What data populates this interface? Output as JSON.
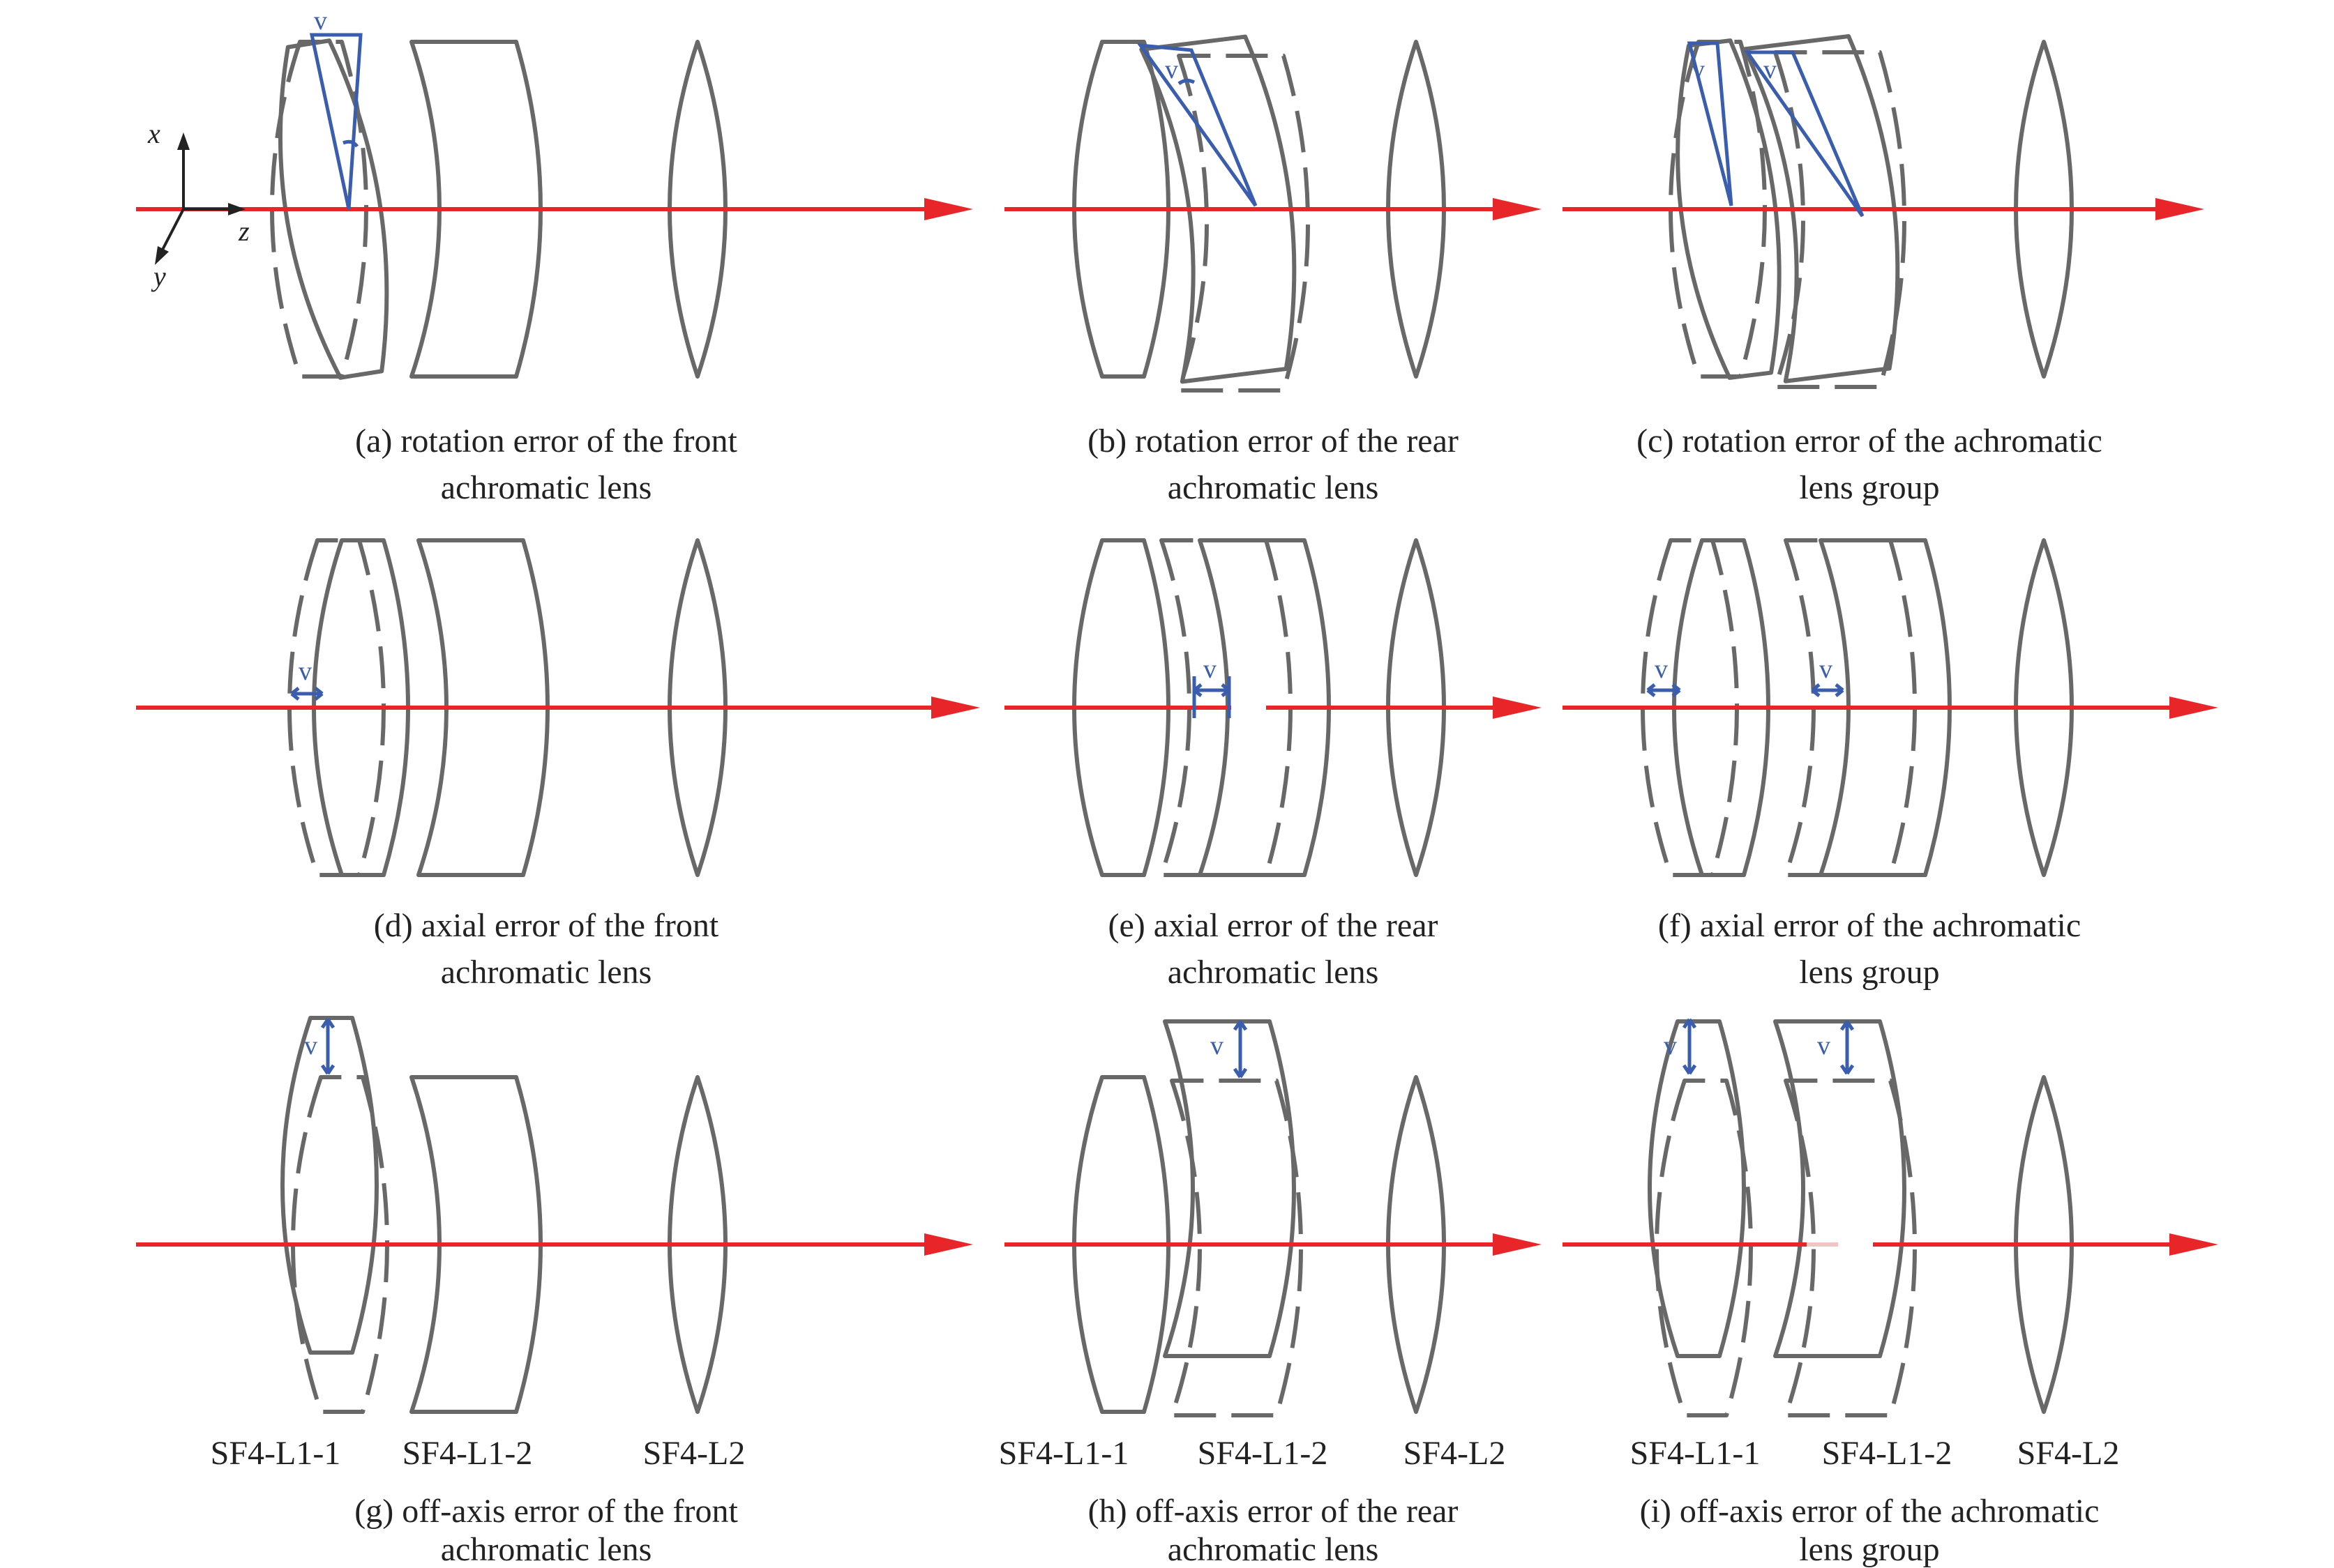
{
  "error_symbol": "v",
  "axes": {
    "x": "x",
    "y": "y",
    "z": "z"
  },
  "lens_labels": [
    "SF4-L1-1",
    "SF4-L1-2",
    "SF4-L2"
  ],
  "colors": {
    "lens": "#686868",
    "ray": "#e8262a",
    "error_marker": "#3a5dae",
    "text": "#222222"
  },
  "panels": [
    {
      "id": "a",
      "caption_line1": "(a) rotation error of the front",
      "caption_line2": "achromatic lens"
    },
    {
      "id": "b",
      "caption_line1": "(b) rotation error of the rear",
      "caption_line2": "achromatic lens"
    },
    {
      "id": "c",
      "caption_line1": "(c) rotation error of the achromatic",
      "caption_line2": "lens group"
    },
    {
      "id": "d",
      "caption_line1": "(d) axial error of the front",
      "caption_line2": "achromatic lens"
    },
    {
      "id": "e",
      "caption_line1": "(e) axial error of the rear",
      "caption_line2": "achromatic lens"
    },
    {
      "id": "f",
      "caption_line1": "(f) axial error of the achromatic",
      "caption_line2": "lens group"
    },
    {
      "id": "g",
      "caption_line1": "(g) off-axis error of the front",
      "caption_line2": "achromatic lens"
    },
    {
      "id": "h",
      "caption_line1": "(h) off-axis error of the rear",
      "caption_line2": "achromatic lens"
    },
    {
      "id": "i",
      "caption_line1": "(i) off-axis error of the achromatic",
      "caption_line2": "lens group"
    }
  ]
}
